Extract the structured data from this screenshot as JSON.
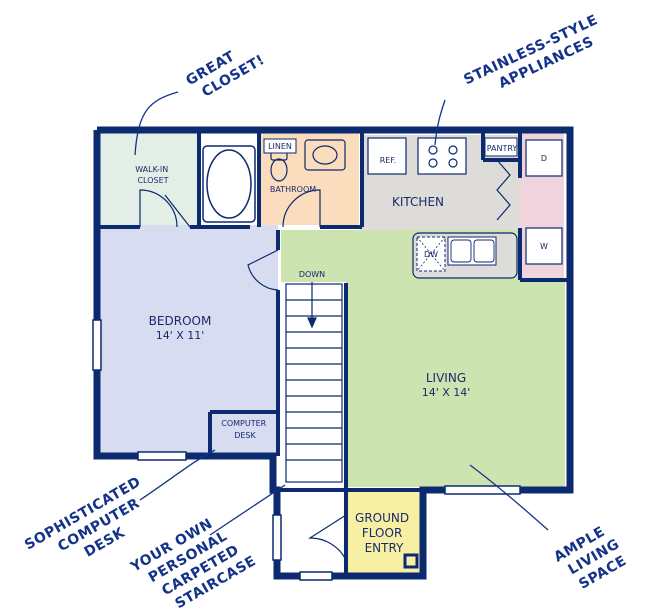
{
  "colors": {
    "wall": "#0b2a6f",
    "closet": "#e3efe6",
    "bathroom": "#fbdcbc",
    "bedroom": "#d8dcf1",
    "kitchen": "#dedcd9",
    "living": "#cde3b0",
    "entry": "#f7f0a3",
    "laundry": "#f0d4dd",
    "annotation": "#13338a"
  },
  "rooms": {
    "walkin_closet": "WALK-IN\nCLOSET",
    "linen": "LINEN",
    "bathroom": "BATHROOM",
    "ref": "REF.",
    "pantry": "PANTRY",
    "dryer": "D",
    "washer": "W",
    "kitchen": "KITCHEN",
    "dw": "DW",
    "bedroom_name": "BEDROOM",
    "bedroom_size": "14' X 11'",
    "living_name": "LIVING",
    "living_size": "14' X 14'",
    "down": "DOWN",
    "computer_desk": "COMPUTER\nDESK",
    "entry": "GROUND\nFLOOR\nENTRY"
  },
  "annotations": {
    "closet": "GREAT\nCLOSET!",
    "appliances": "STAINLESS-STYLE\nAPPLIANCES",
    "desk": "SOPHISTICATED\nCOMPUTER\nDESK",
    "staircase": "YOUR OWN\nPERSONAL\nCARPETED\nSTAIRCASE",
    "living": "AMPLE\nLIVING\nSPACE"
  }
}
